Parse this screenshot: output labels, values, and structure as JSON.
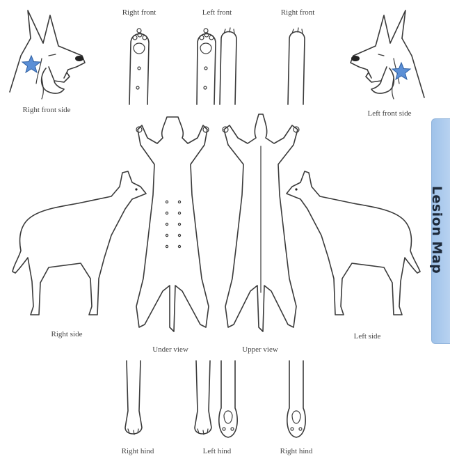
{
  "labels": {
    "right_front_side": "Right front side",
    "left_front_side": "Left front side",
    "right_front_1": "Right front",
    "left_front": "Left front",
    "right_front_2": "Right front",
    "right_side": "Right side",
    "left_side": "Left side",
    "under_view": "Under view",
    "upper_view": "Upper view",
    "right_hind_1": "Right hind",
    "left_hind": "Left hind",
    "right_hind_2": "Right hind"
  },
  "tab": {
    "title": "Lesion Map"
  },
  "markers": {
    "color": "#5b8fd6",
    "icon": "star-icon"
  },
  "colors": {
    "tab_background": "#b3cff0",
    "line": "#3a3a3a"
  }
}
